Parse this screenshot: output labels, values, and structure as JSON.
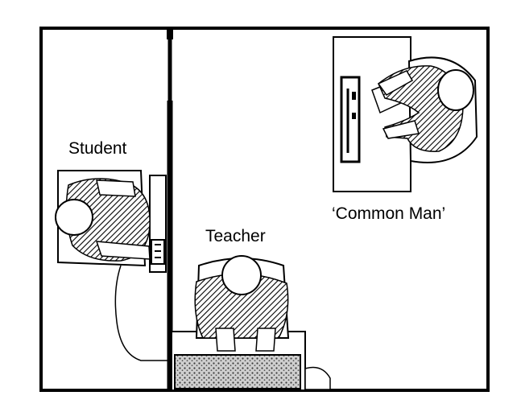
{
  "labels": {
    "student": "Student",
    "teacher": "Teacher",
    "common_man": "‘Common Man’"
  },
  "colors": {
    "ink": "#000000",
    "paper": "#ffffff",
    "hatch": "#555555"
  },
  "icons": {
    "student": "seated-person-topdown-icon",
    "teacher": "seated-person-topdown-icon",
    "common_man": "seated-person-topdown-icon",
    "shock_generator": "control-panel-icon"
  }
}
